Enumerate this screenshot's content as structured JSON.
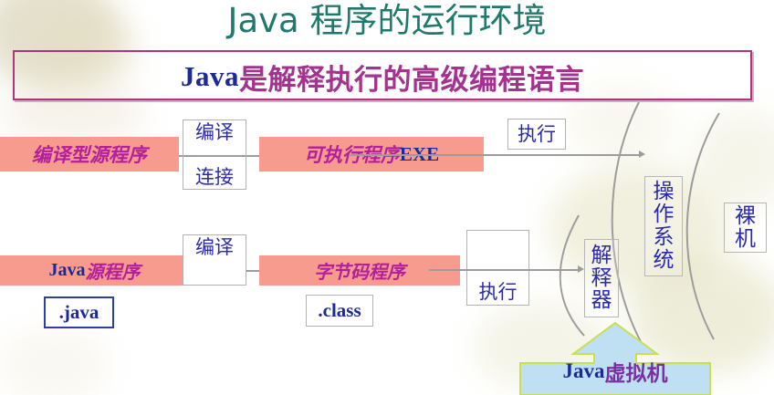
{
  "slide": {
    "title": {
      "latin": "Java",
      "chinese": " 程序的运行环境"
    },
    "subtitle": {
      "latin": "Java",
      "chinese": "是解释执行的高级编程语言"
    }
  },
  "flow_compiled": {
    "source_bar": "编译型源程序",
    "step_box_line1": "编译",
    "step_box_line2": "连接",
    "output_bar_cn": "可执行程序",
    "output_bar_latin": "EXE",
    "exec_box": "执行"
  },
  "flow_java": {
    "source_bar_latin": "Java",
    "source_bar_cn": "源程序",
    "source_chip": ".java",
    "step_box": "编译",
    "output_bar": "字节码程序",
    "output_chip": ".class",
    "exec_box": "执行"
  },
  "platform": {
    "interpreter": [
      "解",
      "释",
      "器"
    ],
    "operating_system": [
      "操",
      "作",
      "系",
      "统"
    ],
    "bare_machine": [
      "裸",
      "机"
    ],
    "jvm_latin": "Java",
    "jvm_cn": "虚拟机"
  },
  "colors": {
    "title": "#1f7a6d",
    "subtitle_cn": "#a3338f",
    "subtitle_latin": "#1c2a96",
    "subtitle_border": "#b0347c",
    "bar_fill": "#f79b8f",
    "bar_cn_text": "#b3209c",
    "bar_latin_text": "#1c2a96",
    "box_text": "#2a2ab0",
    "arrow": "#9c9c9c",
    "arc": "#9c9c9c",
    "jvm_fill": "#bfe0f2",
    "jvm_border": "#c8e04a"
  }
}
